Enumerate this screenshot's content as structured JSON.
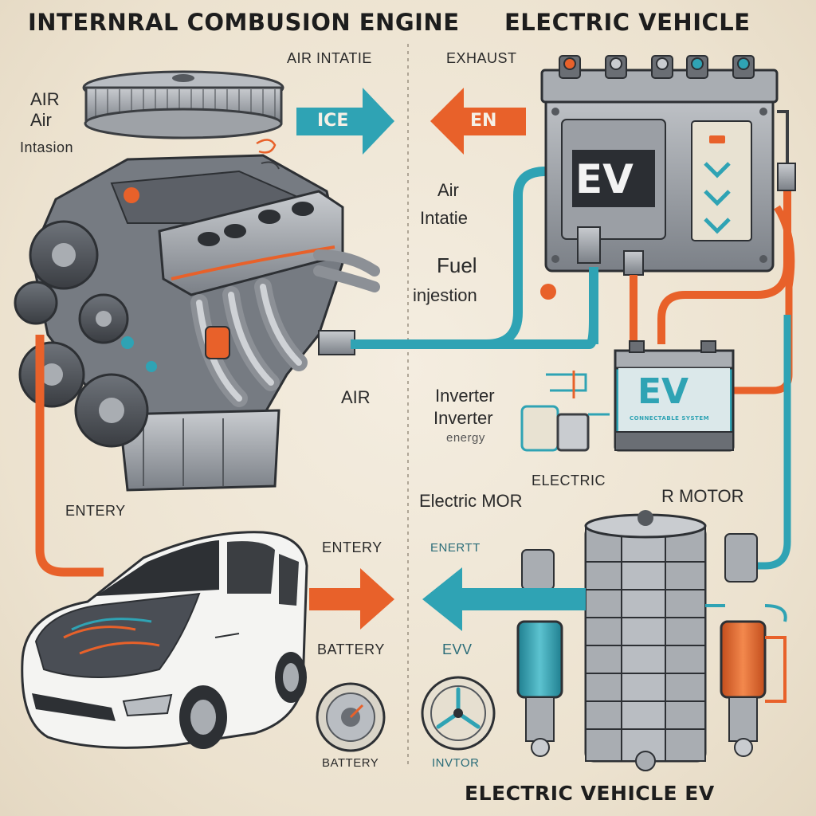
{
  "titles": {
    "left": "INTERNRAL COMBUSION ENGINE",
    "right": "ELECTRIC VEHICLE",
    "bottom": "ELECTRIC VEHICLE   EV"
  },
  "labels": {
    "air_intatie_top": "AIR INTATIE",
    "exhaust": "EXHAUST",
    "air1": "AIR",
    "air2": "Air",
    "intasion": "Intasion",
    "arrow_ice": "ICE",
    "arrow_en": "EN",
    "air_mid": "Air",
    "intatie_mid": "Intatie",
    "fuel": "Fuel",
    "injestion": "injestion",
    "air_center": "AIR",
    "inverter1": "Inverter",
    "inverter2": "Inverter",
    "energy_small": "energy",
    "electric": "ELECTRIC",
    "electric_mor": "Electric MOR",
    "motor": "R MOTOR",
    "entery_left": "ENTERY",
    "entery_mid": "ENTERY",
    "enertt": "ENERTT",
    "battery_mid": "BATTERY",
    "evv": "EVV",
    "battery_bottom": "BATTERY",
    "invtor": "INVTOR"
  },
  "badges": {
    "ev_controller": "EV",
    "ev_battery": "EV",
    "battery_fine_print": "CONNECTABLE SYSTEM"
  },
  "colors": {
    "teal": "#2fa3b4",
    "orange": "#e8612a",
    "metal": "#8c9096",
    "ink": "#2a2a2a"
  }
}
